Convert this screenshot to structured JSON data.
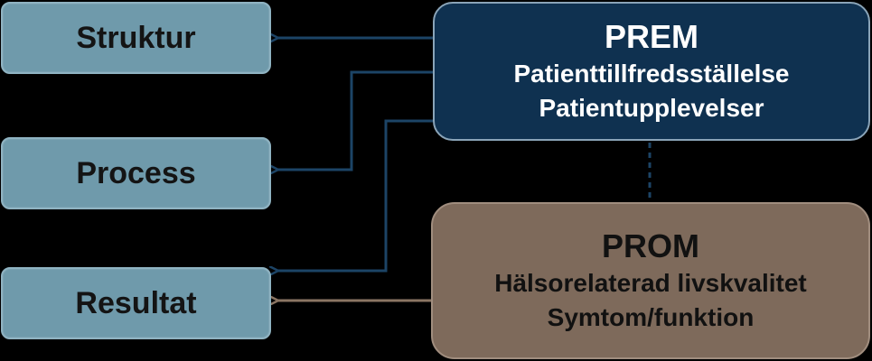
{
  "left_column": {
    "struktur": "Struktur",
    "process": "Process",
    "resultat": "Resultat"
  },
  "prem": {
    "title": "PREM",
    "line1": "Patienttillfredsställelse",
    "line2": "Patientupplevelser"
  },
  "prom": {
    "title": "PROM",
    "line1": "Hälsorelaterad livskvalitet",
    "line2": "Symtom/funktion"
  },
  "colors": {
    "left_box_fill": "#6f9aab",
    "prem_fill": "#0f3150",
    "prom_fill": "#7e6a5b",
    "prem_connector": "#0f3150",
    "prom_connector": "#8a7563"
  }
}
